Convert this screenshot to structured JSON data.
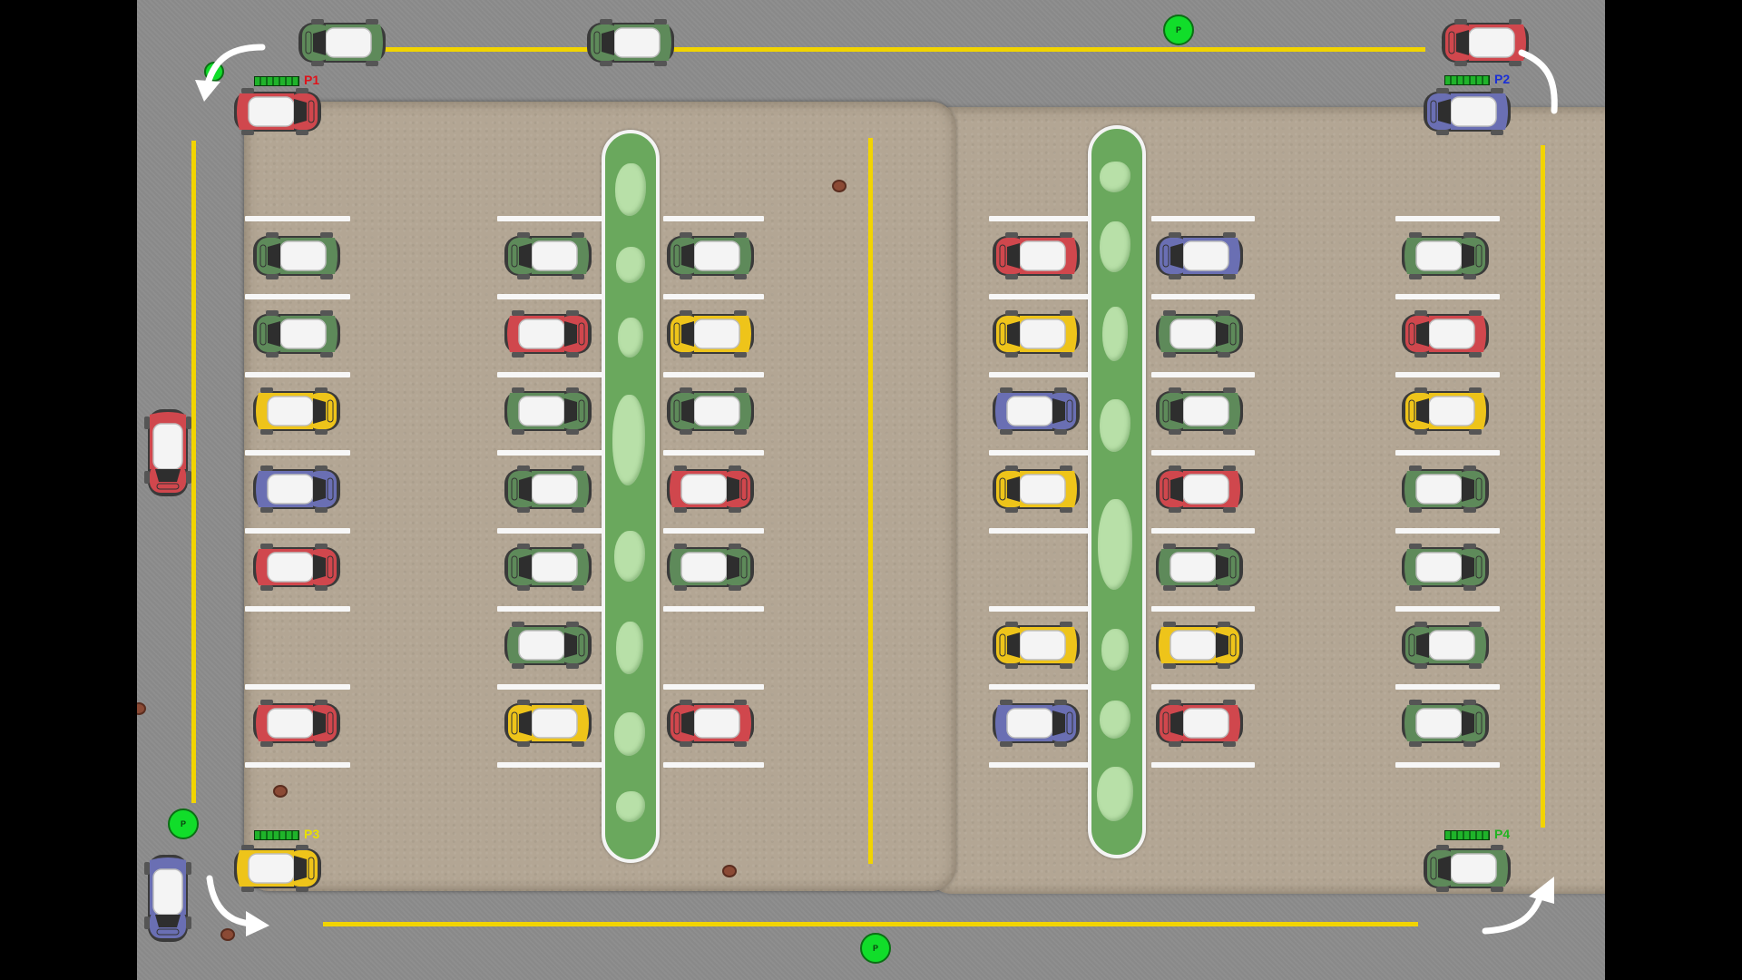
{
  "game": {
    "title": "Parking Lot",
    "colors": {
      "road": "#8c8c8c",
      "lot": "#b3a694",
      "median": "#6aa85d",
      "lane_line": "#f2d400",
      "stall_line": "#f7f7f7",
      "car_body": "#f2f2f2"
    },
    "players": [
      {
        "label": "P1",
        "color": "#e0121a",
        "health": 1.0
      },
      {
        "label": "P2",
        "color": "#1a2fd6",
        "health": 1.0
      },
      {
        "label": "P3",
        "color": "#e8e000",
        "health": 1.0
      },
      {
        "label": "P4",
        "color": "#22b321",
        "health": 1.0
      }
    ],
    "parking_marker_text": "P",
    "car_palette": {
      "green": "#5e8a5a",
      "red": "#d0474d",
      "yellow": "#eec41a",
      "blue": "#6a6fb3"
    }
  }
}
